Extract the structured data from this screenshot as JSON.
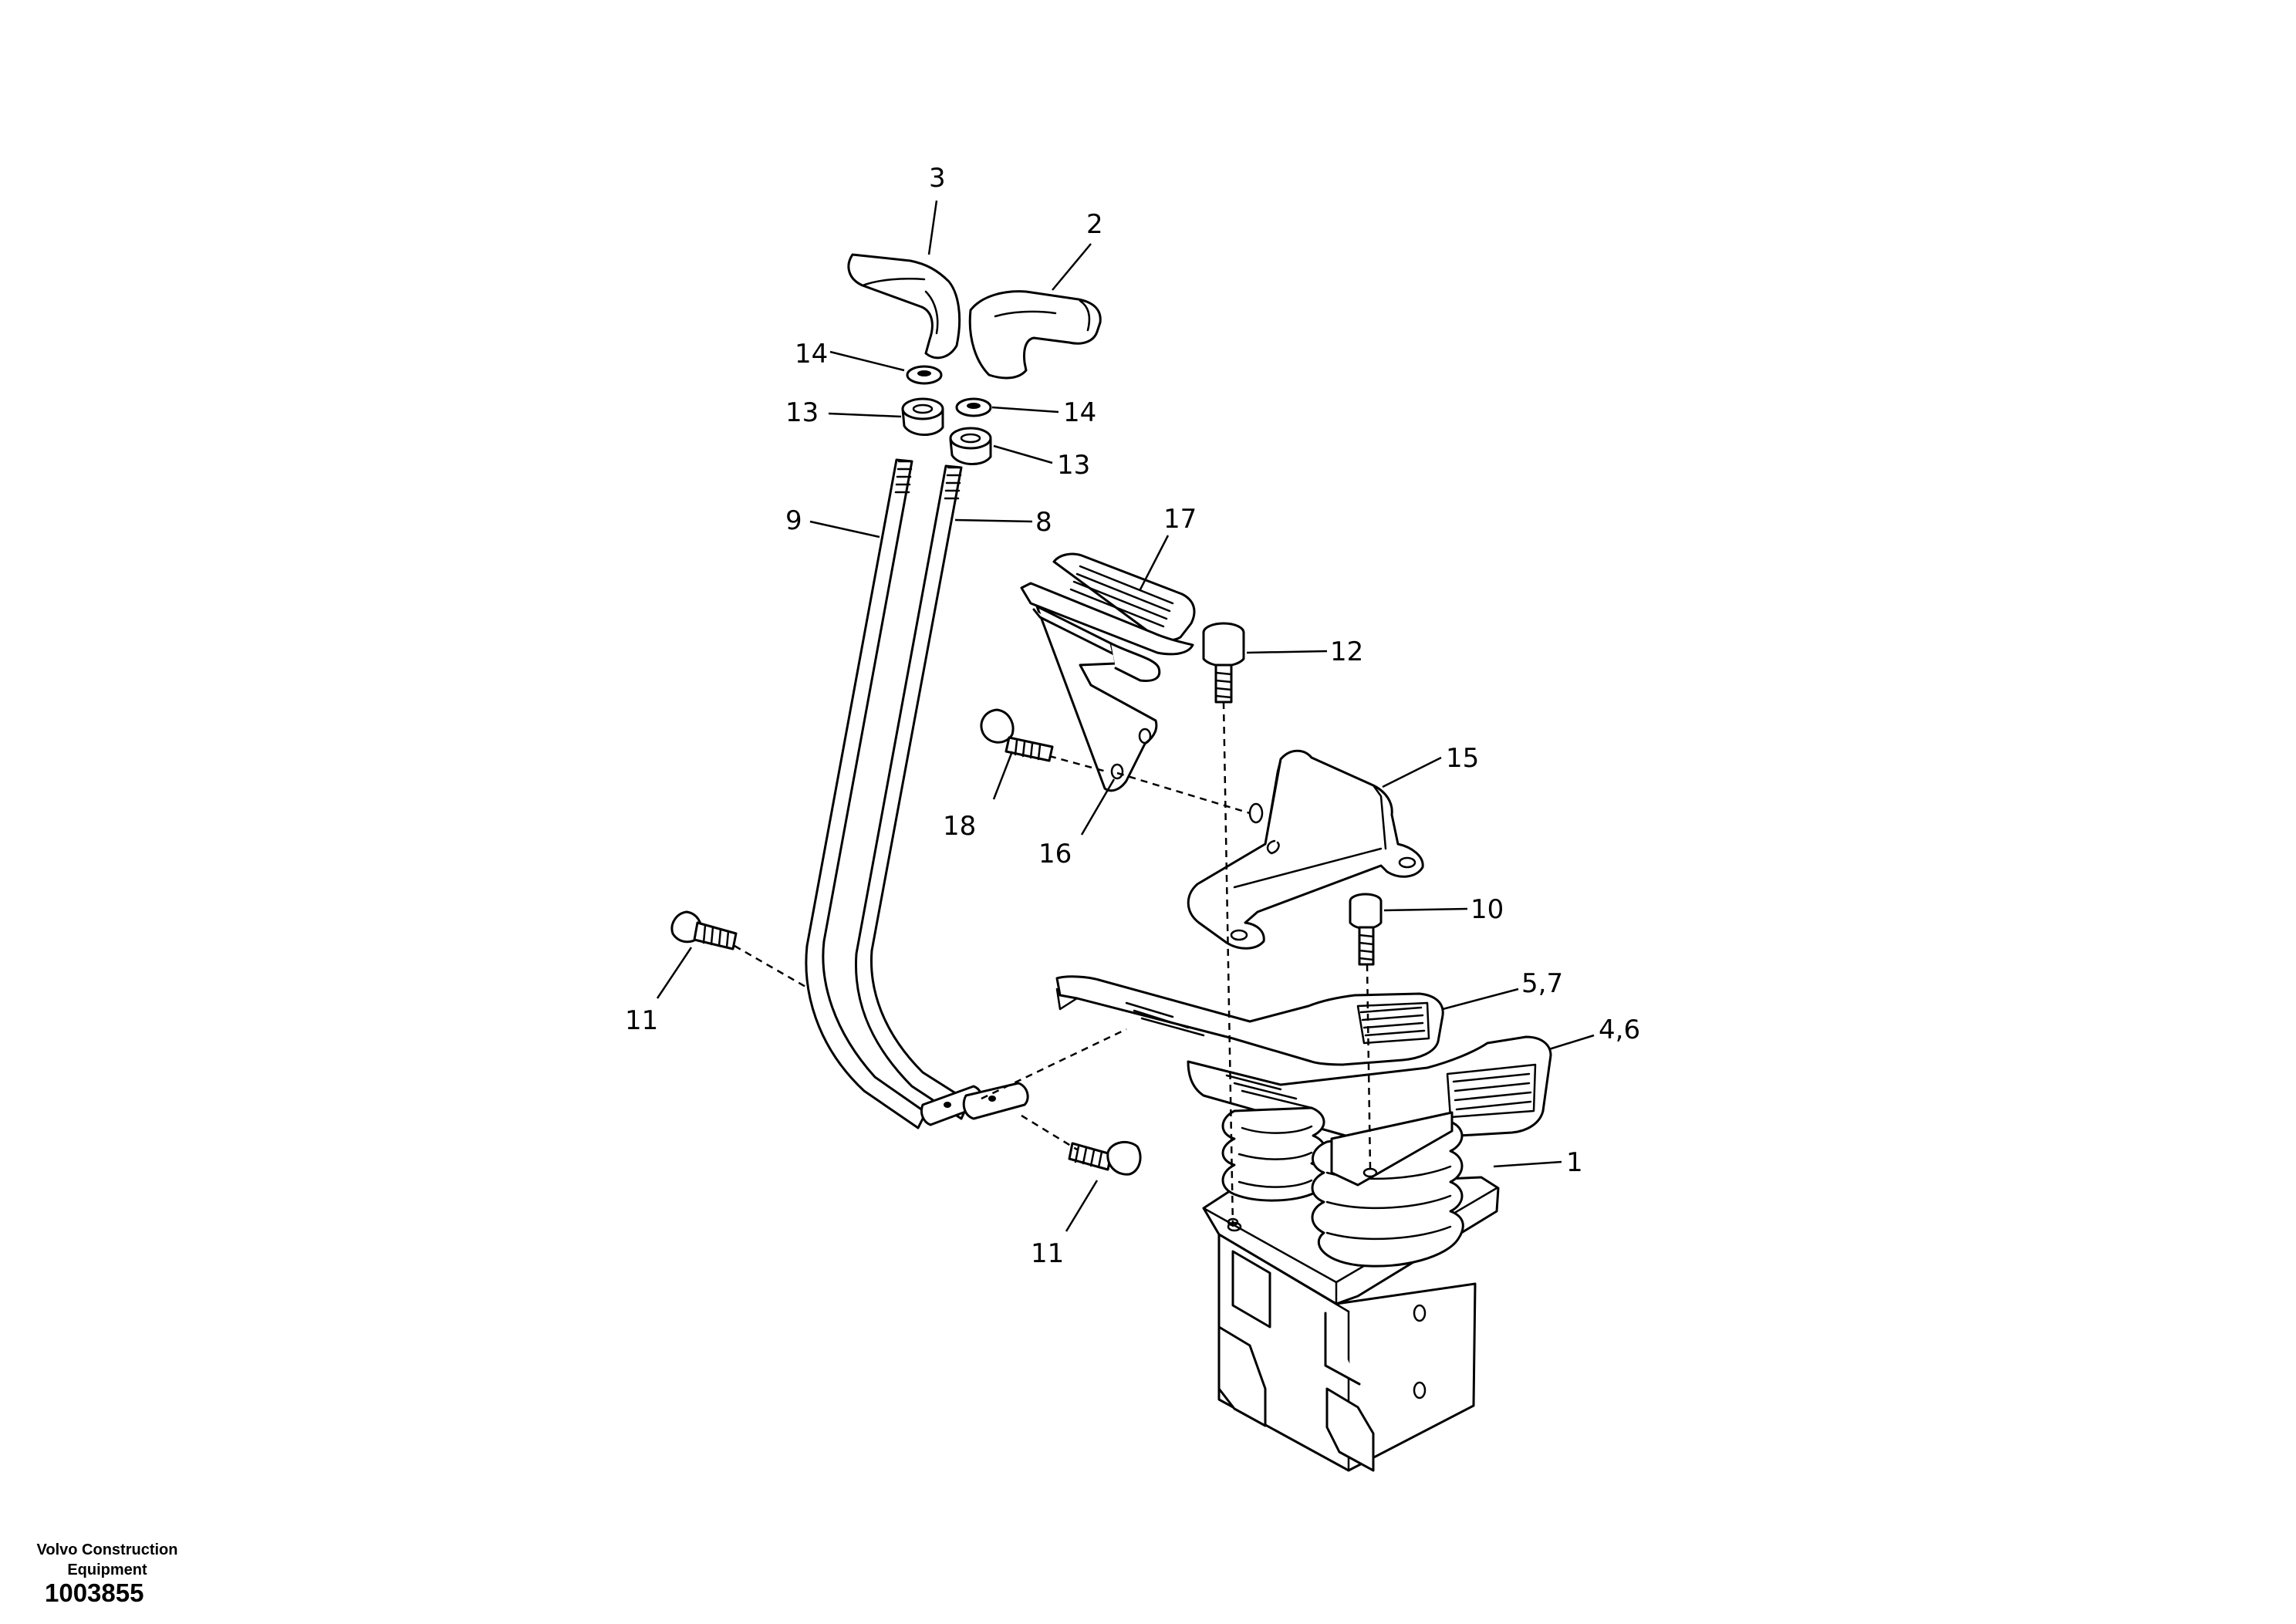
{
  "diagram": {
    "callouts": {
      "c1": "1",
      "c2": "2",
      "c3": "3",
      "c46": "4,6",
      "c57": "5,7",
      "c8": "8",
      "c9": "9",
      "c10": "10",
      "c11a": "11",
      "c11b": "11",
      "c12": "12",
      "c13a": "13",
      "c13b": "13",
      "c14a": "14",
      "c14b": "14",
      "c15": "15",
      "c16": "16",
      "c17": "17",
      "c18": "18"
    }
  },
  "footer": {
    "brand_line1": "Volvo Construction",
    "brand_line2": "Equipment",
    "drawing_number": "1003855"
  }
}
